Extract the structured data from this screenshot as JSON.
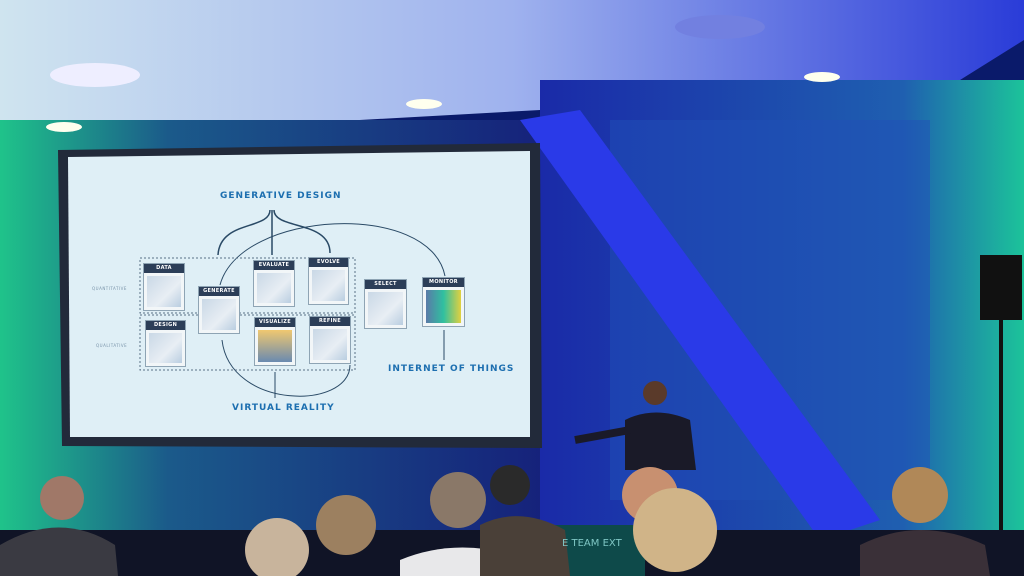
{
  "slide": {
    "title_top": "GENERATIVE DESIGN",
    "title_right": "INTERNET OF THINGS",
    "title_bottom": "VIRTUAL REALITY",
    "row_labels": [
      "QUANTITATIVE",
      "QUALITATIVE"
    ],
    "boxes": {
      "data": "DATA",
      "design": "DESIGN",
      "generate": "GENERATE",
      "evaluate": "EVALUATE",
      "evolve": "EVOLVE",
      "visualize": "VISUALIZE",
      "refine": "REFINE",
      "select": "SELECT",
      "monitor": "MONITOR"
    }
  },
  "banner": "E TEAM EXT",
  "colors": {
    "slide_text": "#1d6fb0",
    "box_header": "#2c3e58",
    "stage_light": "#1a2fd0",
    "side_light": "#18c08a"
  }
}
